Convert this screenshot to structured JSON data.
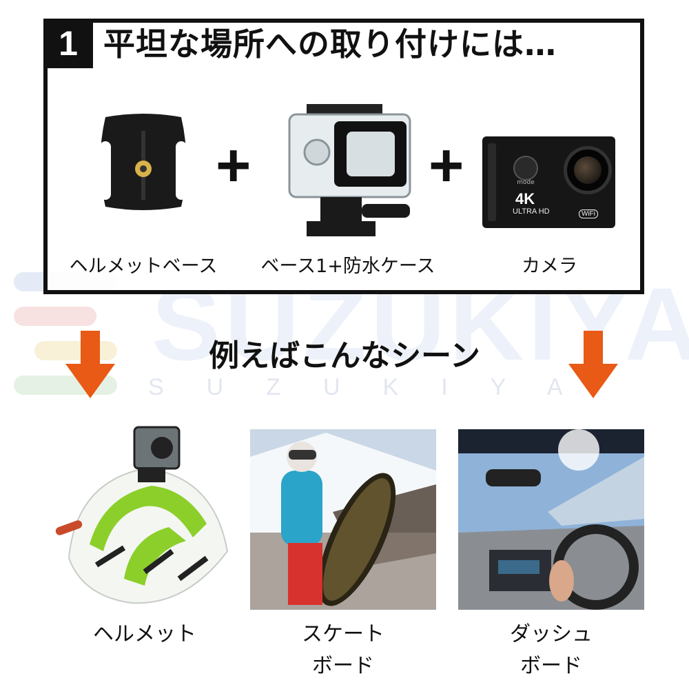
{
  "header": {
    "number": "1",
    "title": "平坦な場所への取り付けには…"
  },
  "components": [
    {
      "label": "ヘルメットベース",
      "icon": "helmet-base-icon"
    },
    {
      "label": "ベース1+防水ケース",
      "icon": "waterproof-case-icon"
    },
    {
      "label": "カメラ",
      "icon": "action-camera-icon"
    }
  ],
  "camera": {
    "badge_4k": "4K",
    "badge_ultra": "ULTRA HD",
    "badge_wifi": "WiFi",
    "badge_mode": "mode"
  },
  "examples_title": "例えばこんなシーン",
  "scenes": [
    {
      "line1": "ヘルメット",
      "line2": ""
    },
    {
      "line1": "スケート",
      "line2": "ボード"
    },
    {
      "line1": "ダッシュ",
      "line2": "ボード"
    }
  ],
  "watermark": {
    "big": "SUZUKIYA",
    "small": "SUZUKIYA"
  },
  "colors": {
    "arrow": "#e85a16",
    "helmet_green": "#8ccf2a",
    "frame": "#111111"
  }
}
